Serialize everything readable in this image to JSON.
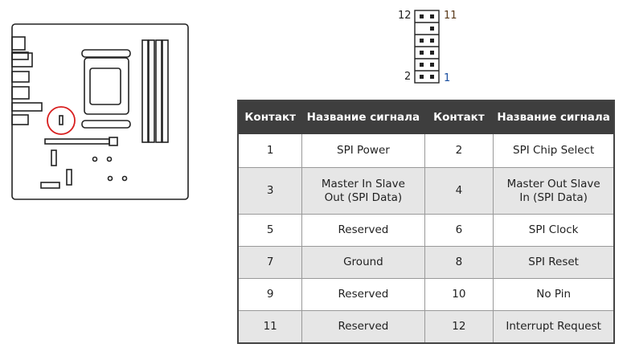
{
  "header_pins": {
    "top_left": "12",
    "top_right": "11",
    "bottom_left": "2",
    "bottom_right": "1"
  },
  "table": {
    "headers": [
      "Контакт",
      "Название сигнала",
      "Контакт",
      "Название сигнала"
    ],
    "rows": [
      [
        "1",
        "SPI Power",
        "2",
        "SPI Chip Select"
      ],
      [
        "3",
        "Master In Slave Out (SPI Data)",
        "4",
        "Master Out Slave In (SPI Data)"
      ],
      [
        "5",
        "Reserved",
        "6",
        "SPI Clock"
      ],
      [
        "7",
        "Ground",
        "8",
        "SPI Reset"
      ],
      [
        "9",
        "Reserved",
        "10",
        "No Pin"
      ],
      [
        "11",
        "Reserved",
        "12",
        "Interrupt Request"
      ]
    ]
  },
  "colors": {
    "highlight": "#d81e1e",
    "header_bg": "#3e3e3e",
    "alt_row": "#e6e6e6"
  }
}
